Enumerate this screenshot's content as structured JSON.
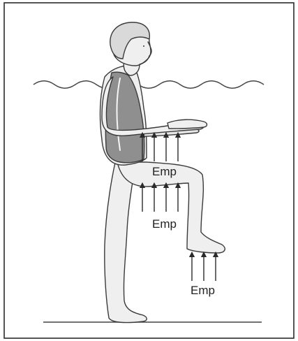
{
  "figure": {
    "labels": {
      "upper": "Emp",
      "middle": "Emp",
      "lower": "Emp"
    },
    "colors": {
      "border": "#2b2b2b",
      "skin": "#efefef",
      "outline": "#3a3a3a",
      "swimsuit": "#8f8f8f",
      "cap": "#d9d9d9",
      "water_line": "#444444",
      "arrow": "#2a2a2a",
      "background": "#ffffff"
    },
    "icons": {
      "swimmer": "swimmer-figure",
      "arrows": "upward-buoyancy-arrows"
    }
  }
}
